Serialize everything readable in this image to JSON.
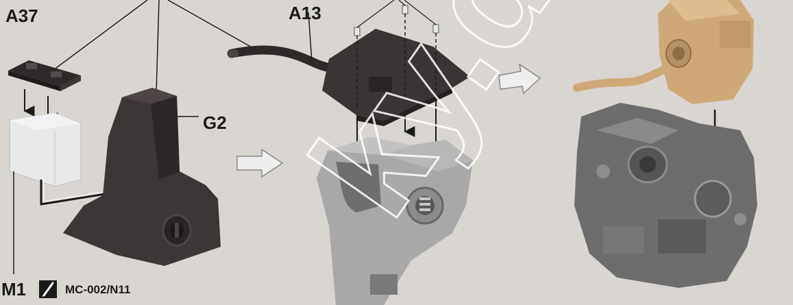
{
  "figure": {
    "labels": {
      "part_a37": "A37",
      "part_a13": "A13",
      "part_g2": "G2",
      "paint_ref": "M1",
      "paint_code": "MC-002/N11"
    },
    "watermark": "ky.dn.",
    "icons": {
      "paint": "paintbrush-icon",
      "step_arrow": "right-arrow-icon"
    },
    "colors": {
      "background": "#d9d6d1",
      "dark_part": "#3b3434",
      "grey_part": "#a9a9a9",
      "pale_part": "#e6e6e4",
      "painted_part": "#cfa878",
      "engine": "#6e6e6e",
      "lines": "#1a1a1a"
    }
  }
}
